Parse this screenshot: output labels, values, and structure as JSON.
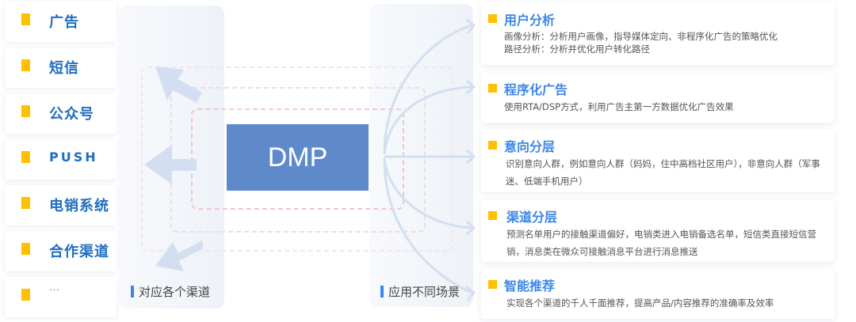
{
  "channels": [
    {
      "label": "广告"
    },
    {
      "label": "短信"
    },
    {
      "label": "公众号"
    },
    {
      "label": "PUSH"
    },
    {
      "label": "电销系统"
    },
    {
      "label": "合作渠道"
    },
    {
      "label": "···"
    }
  ],
  "left_caption": "对应各个渠道",
  "center": {
    "label": "DMP"
  },
  "right_caption": "应用不同场景",
  "scenarios": [
    {
      "title": "用户分析",
      "lines": [
        "画像分析：分析用户画像，指导媒体定向、非程序化广告的策略优化",
        "路径分析：分析并优化用户转化路径"
      ]
    },
    {
      "title": "程序化广告",
      "lines": [
        "使用RTA/DSP方式，利用广告主第一方数据优化广告效果"
      ]
    },
    {
      "title": "意向分层",
      "lines": [
        "识别意向人群，例如意向人群（妈妈，住中高档社区用户），非意向人群（军事迷、低端手机用户）"
      ]
    },
    {
      "title": "渠道分层",
      "lines": [
        "预测名单用户的接触渠道偏好，电销类进入电销备选名单，短信类直接短信营销，消息类在微众可接触消息平台进行消息推送"
      ]
    },
    {
      "title": "智能推荐",
      "lines": [
        "实现各个渠道的千人千面推荐，提高产品/内容推荐的准确率及效率"
      ]
    }
  ],
  "colors": {
    "accent": "#3d86e6",
    "channel_text": "#1f6fc0",
    "marker": "#ffc000",
    "dmp": "#5e8acc",
    "arrow": "#d3dff0"
  }
}
